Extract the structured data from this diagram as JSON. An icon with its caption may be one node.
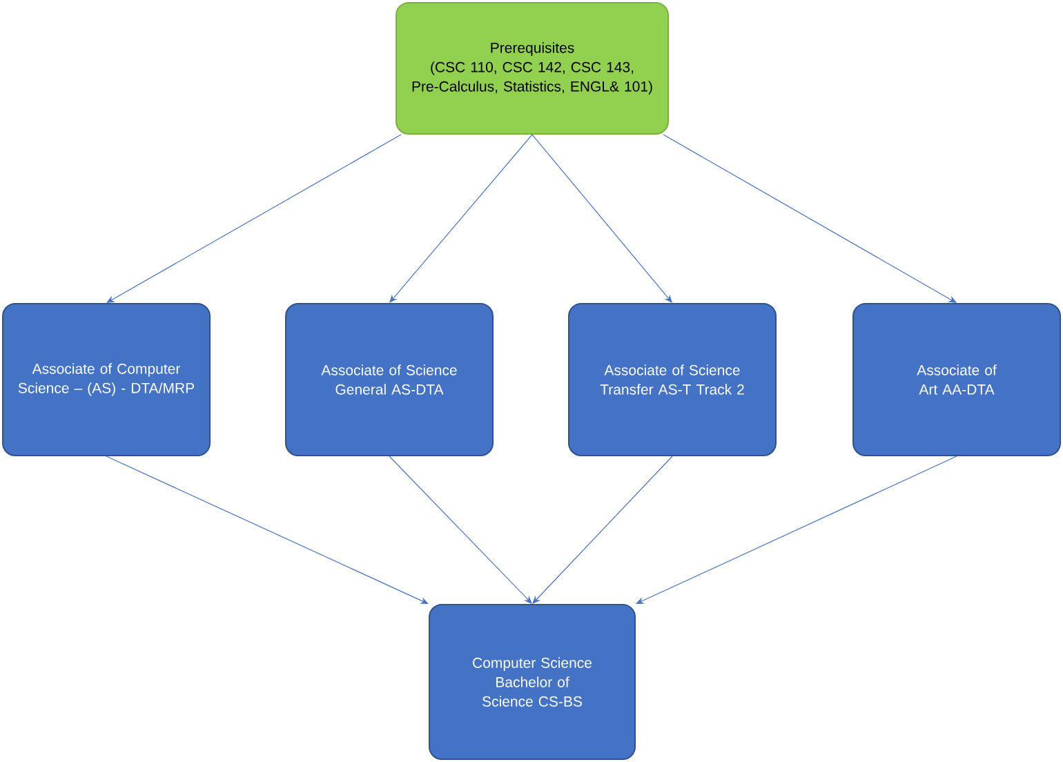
{
  "diagram": {
    "nodes": [
      {
        "text": [
          "Prerequisites",
          "(CSC 110, CSC 142, CSC 143, Pre-Calculus, Statistics, ENGL& 101)"
        ]
      },
      {
        "text": [
          "Associate of Computer Science – (AS) - DTA/MRP"
        ]
      },
      {
        "text": [
          "Associate of Science General AS-DTA"
        ]
      },
      {
        "text": [
          "Associate of Science Transfer AS-T Track 2"
        ]
      },
      {
        "text": [
          "Associate of Art AA-DTA"
        ]
      },
      {
        "text": [
          "Computer Science Bachelor of Science CS-BS"
        ]
      }
    ],
    "edges": [
      {
        "from": 0,
        "to": 1,
        "arrow": "to"
      },
      {
        "from": 0,
        "to": 2,
        "arrow": "to"
      },
      {
        "from": 0,
        "to": 3,
        "arrow": "to"
      },
      {
        "from": 0,
        "to": 4,
        "arrow": "to"
      },
      {
        "from": 1,
        "to": 5,
        "arrow": "to"
      },
      {
        "from": 2,
        "to": 5,
        "arrow": "to"
      },
      {
        "from": 3,
        "to": 5,
        "arrow": "to"
      },
      {
        "from": 4,
        "to": 5,
        "arrow": "to"
      }
    ]
  }
}
